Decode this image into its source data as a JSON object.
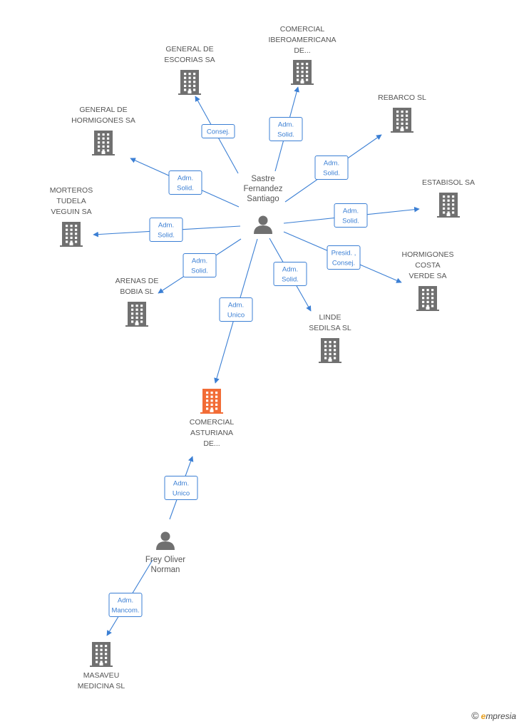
{
  "colors": {
    "accent": "#3b7fd4",
    "highlight": "#f26c36",
    "icon": "#707070",
    "text": "#555555"
  },
  "nodes": [
    {
      "id": "sastre",
      "type": "person",
      "lines": [
        "Sastre",
        "Fernandez",
        "Santiago"
      ]
    },
    {
      "id": "frey",
      "type": "person",
      "lines": [
        "Frey Oliver",
        "Norman"
      ]
    },
    {
      "id": "escorias",
      "type": "company",
      "lines": [
        "GENERAL DE",
        "ESCORIAS SA"
      ]
    },
    {
      "id": "iberoamericana",
      "type": "company",
      "lines": [
        "COMERCIAL",
        "IBEROAMERICANA",
        "DE..."
      ]
    },
    {
      "id": "rebarco",
      "type": "company",
      "lines": [
        "REBARCO SL"
      ]
    },
    {
      "id": "hormigones",
      "type": "company",
      "lines": [
        "GENERAL DE",
        "HORMIGONES SA"
      ]
    },
    {
      "id": "estabisol",
      "type": "company",
      "lines": [
        "ESTABISOL SA"
      ]
    },
    {
      "id": "morteros",
      "type": "company",
      "lines": [
        "MORTEROS",
        "TUDELA",
        "VEGUIN SA"
      ]
    },
    {
      "id": "costaverde",
      "type": "company",
      "lines": [
        "HORMIGONES",
        "COSTA",
        "VERDE SA"
      ]
    },
    {
      "id": "bobia",
      "type": "company",
      "lines": [
        "ARENAS DE",
        "BOBIA SL"
      ]
    },
    {
      "id": "linde",
      "type": "company",
      "lines": [
        "LINDE",
        "SEDILSA SL"
      ]
    },
    {
      "id": "asturiana",
      "type": "company",
      "highlight": true,
      "lines": [
        "COMERCIAL",
        "ASTURIANA",
        "DE..."
      ]
    },
    {
      "id": "masaveu",
      "type": "company",
      "lines": [
        "MASAVEU",
        "MEDICINA  SL"
      ]
    }
  ],
  "edges": [
    {
      "from": "sastre",
      "to": "escorias",
      "label": [
        "Consej."
      ]
    },
    {
      "from": "sastre",
      "to": "iberoamericana",
      "label": [
        "Adm.",
        "Solid."
      ]
    },
    {
      "from": "sastre",
      "to": "rebarco",
      "label": [
        "Adm.",
        "Solid."
      ]
    },
    {
      "from": "sastre",
      "to": "hormigones",
      "label": [
        "Adm.",
        "Solid."
      ]
    },
    {
      "from": "sastre",
      "to": "estabisol",
      "label": [
        "Adm.",
        "Solid."
      ]
    },
    {
      "from": "sastre",
      "to": "morteros",
      "label": [
        "Adm.",
        "Solid."
      ]
    },
    {
      "from": "sastre",
      "to": "costaverde",
      "label": [
        "Presid. ,",
        "Consej."
      ]
    },
    {
      "from": "sastre",
      "to": "bobia",
      "label": [
        "Adm.",
        "Solid."
      ]
    },
    {
      "from": "sastre",
      "to": "linde",
      "label": [
        "Adm.",
        "Solid."
      ]
    },
    {
      "from": "sastre",
      "to": "asturiana",
      "label": [
        "Adm.",
        "Unico"
      ]
    },
    {
      "from": "frey",
      "to": "asturiana",
      "label": [
        "Adm.",
        "Unico"
      ]
    },
    {
      "from": "frey",
      "to": "masaveu",
      "label": [
        "Adm.",
        "Mancom."
      ]
    }
  ],
  "brand": {
    "symbol": "©",
    "initial": "e",
    "rest": "mpresia"
  }
}
